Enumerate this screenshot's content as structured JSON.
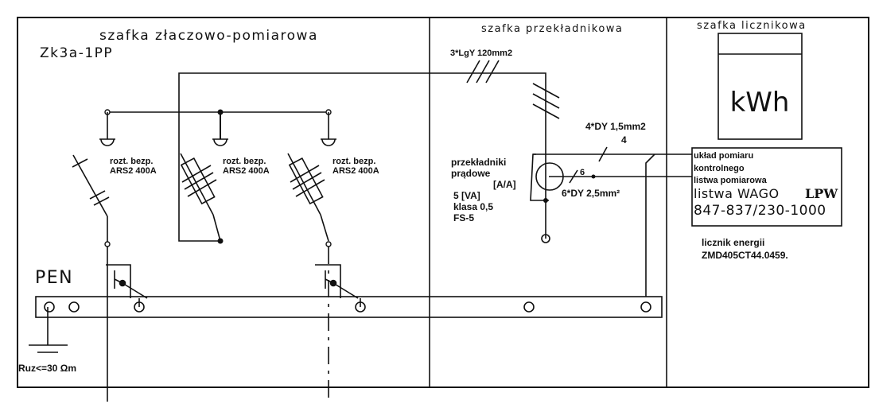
{
  "sections": {
    "left_title": "szafka złaczowo-pomiarowa",
    "left_code": "Zk3a-1PP",
    "middle_title": "szafka przekładnikowa",
    "right_title": "szafka licznikowa"
  },
  "cable_main": "3*LgY 120mm2",
  "switches": [
    {
      "line1": "rozt. bezp.",
      "line2": "ARS2 400A"
    },
    {
      "line1": "rozt. bezp.",
      "line2": "ARS2 400A"
    },
    {
      "line1": "rozt. bezp.",
      "line2": "ARS2 400A"
    }
  ],
  "pen_label": "PEN",
  "ground_label": "Ruz<=30 Ωm",
  "ct": {
    "line1": "przekładniki",
    "line2": "prądowe",
    "line3": "[A/A]",
    "line4": "5 [VA]",
    "line5": "klasa 0,5",
    "line6": "FS-5"
  },
  "cable_4dy": "4*DY 1,5mm2",
  "cable_4dy_count": "4",
  "cable_6dy": "6*DY 2,5mm²",
  "cable_6dy_count": "6",
  "meter_unit": "kWh",
  "terminal_box": {
    "line1": "układ pomiaru",
    "line2": "kontrolnego",
    "line3": "listwa pomiarowa",
    "line4_prefix": "listwa WAGO",
    "line4_bold": "LPW",
    "line5": "847-837/230-1000"
  },
  "meter_label": "licznik energii",
  "meter_model": "ZMD405CT44.0459."
}
